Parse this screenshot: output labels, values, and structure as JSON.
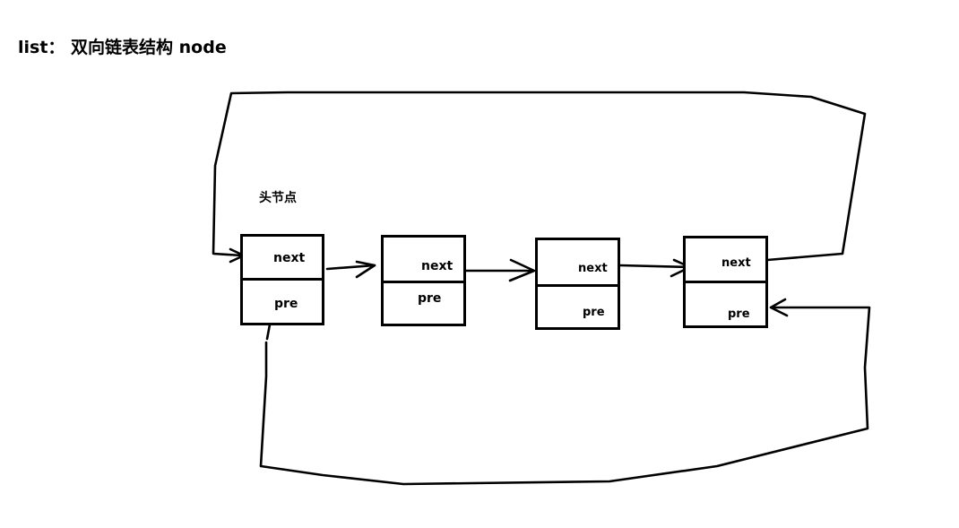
{
  "title": "list： 双向链表结构 node",
  "head_label": "头节点",
  "nodes": [
    {
      "next": "next",
      "pre": "pre"
    },
    {
      "next": "next",
      "pre": "pre"
    },
    {
      "next": "next",
      "pre": "pre"
    },
    {
      "next": "next",
      "pre": "pre"
    }
  ],
  "colors": {
    "stroke": "#000000",
    "background": "#ffffff"
  }
}
